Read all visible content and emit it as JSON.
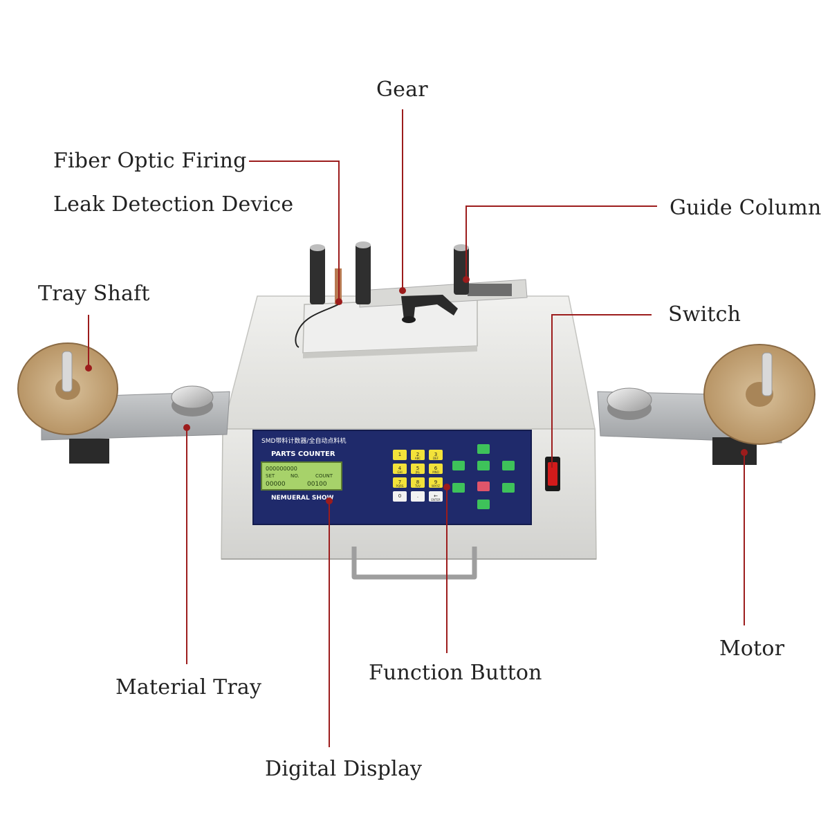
{
  "labels": {
    "gear": "Gear",
    "fiber_optic_line1": "Fiber Optic Firing",
    "fiber_optic_line2": "Leak Detection Device",
    "guide_column": "Guide Column",
    "tray_shaft": "Tray Shaft",
    "switch": "Switch",
    "motor": "Motor",
    "function_button": "Function Button",
    "material_tray": "Material Tray",
    "digital_display": "Digital Display"
  },
  "panel": {
    "top_text": "SMD带料计数器/全自动点料机",
    "brand": "PARTS COUNTER",
    "lcd_line1": "000000000",
    "lcd_line2_a": "SET",
    "lcd_line2_b": "NO.",
    "lcd_line2_c": "COUNT",
    "lcd_line3_a": "00000",
    "lcd_line3_b": "00100",
    "display_caption": "NEMUERAL SHOW",
    "keys": [
      "1",
      "2",
      "3",
      "4",
      "5",
      "6",
      "7",
      "8",
      "9",
      "0",
      ".",
      "←"
    ],
    "key_sub": [
      "",
      "ABC",
      "DEF",
      "GHI",
      "JKL",
      "MNO",
      "PQRS",
      "TUV",
      "WXYZ",
      "",
      "",
      "ENTER"
    ]
  },
  "colors": {
    "leader": "#9c1c1c",
    "panel_blue": "#1f2a6b",
    "lcd_green": "#a7d26a",
    "switch_red": "#d21b1b"
  }
}
